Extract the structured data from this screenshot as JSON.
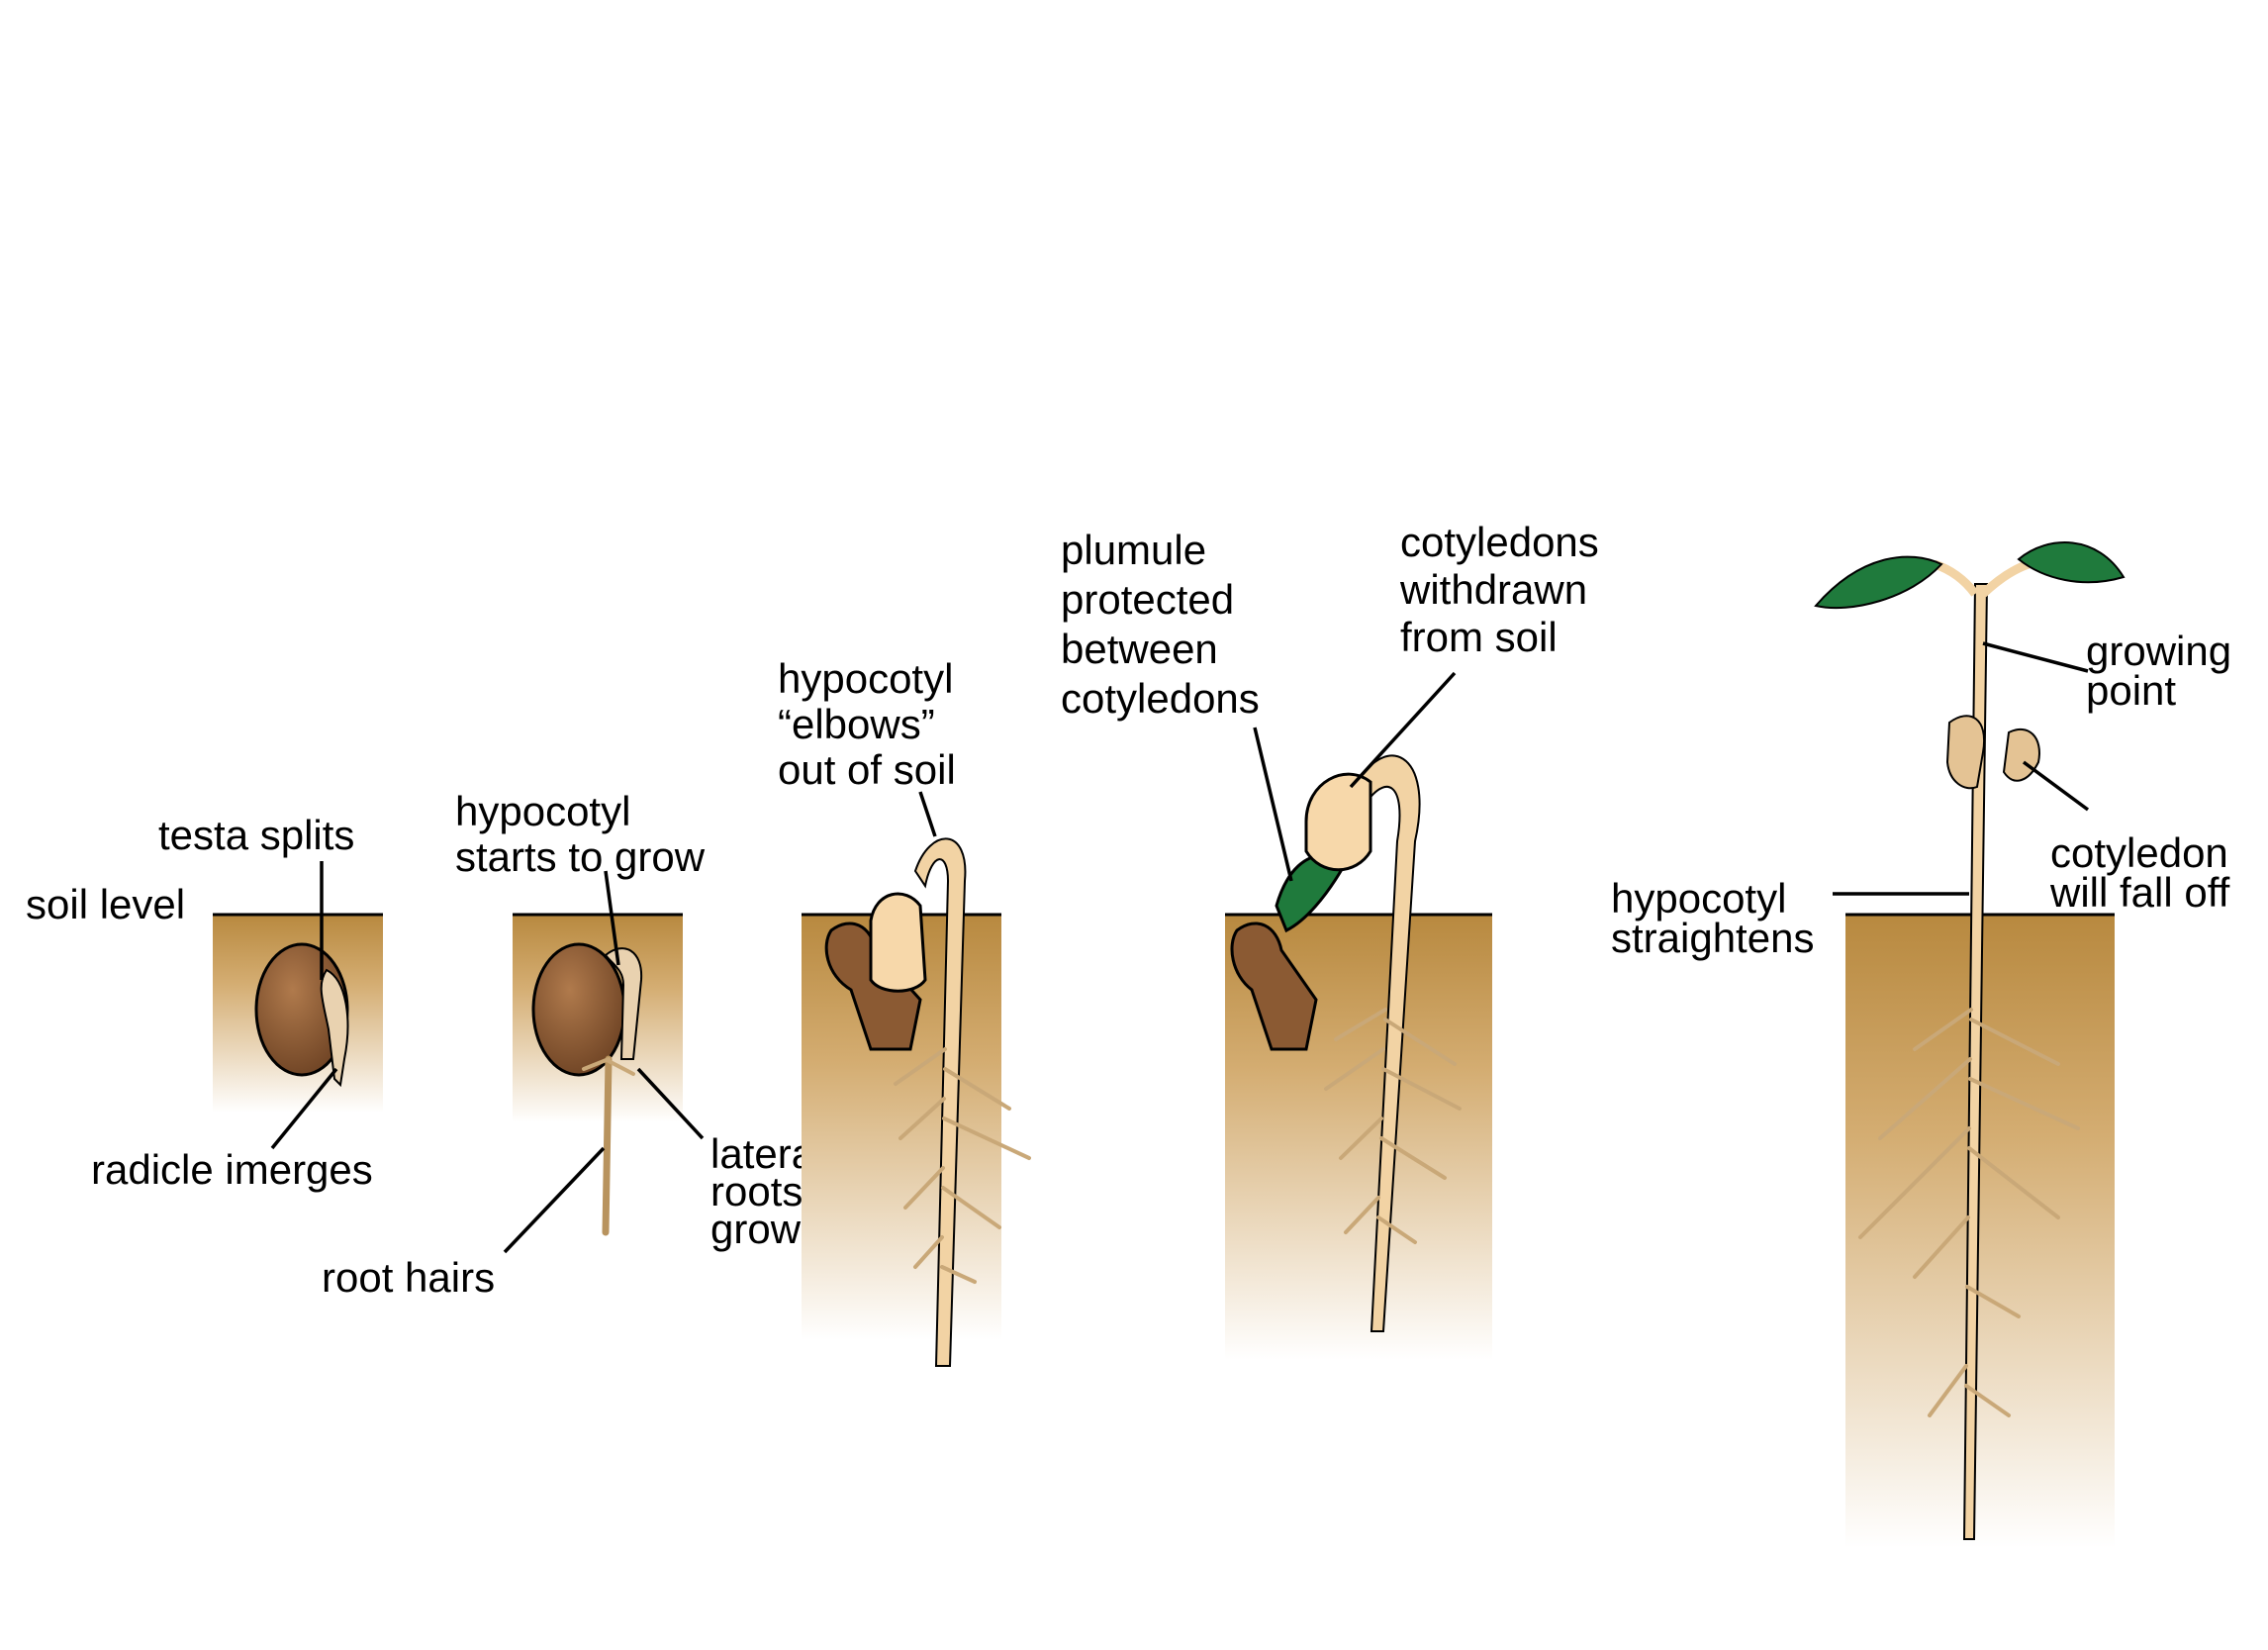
{
  "colors": {
    "soil_top": "#b8893f",
    "soil_bottom": "#ffffff",
    "seed_brown": "#8b5a33",
    "stem_tan": "#f2d3a4",
    "cotyledon": "#f7d8aa",
    "leaf_green": "#1f7a3c",
    "root": "#c9a878",
    "label": "#000000"
  },
  "stages": [
    {
      "name": "seed-stage",
      "labels": {
        "soil_level": "soil level",
        "testa_splits": "testa splits",
        "radicle_emerges": "radicle imerges"
      }
    },
    {
      "name": "germination-stage",
      "labels": {
        "hypocotyl_line1": "hypocotyl",
        "hypocotyl_line2": "starts to grow",
        "lateral_line1": "lateral",
        "lateral_line2": "roots",
        "lateral_line3": "grow",
        "root_hairs": "root hairs"
      }
    },
    {
      "name": "elbow-stage",
      "labels": {
        "elbow_line1": "hypocotyl",
        "elbow_line2": "“elbows”",
        "elbow_line3": "out of soil"
      }
    },
    {
      "name": "withdraw-stage",
      "labels": {
        "plumule_line1": "plumule",
        "plumule_line2": "protected",
        "plumule_line3": "between",
        "plumule_line4": "cotyledons",
        "withdrawn_line1": "cotyledons",
        "withdrawn_line2": "withdrawn",
        "withdrawn_line3": "from soil"
      }
    },
    {
      "name": "seedling-stage",
      "labels": {
        "growing_line1": "growing",
        "growing_line2": "point",
        "cotyledon_line1": "cotyledon",
        "cotyledon_line2": "will fall off",
        "straightens_line1": "hypocotyl",
        "straightens_line2": "straightens"
      }
    }
  ]
}
